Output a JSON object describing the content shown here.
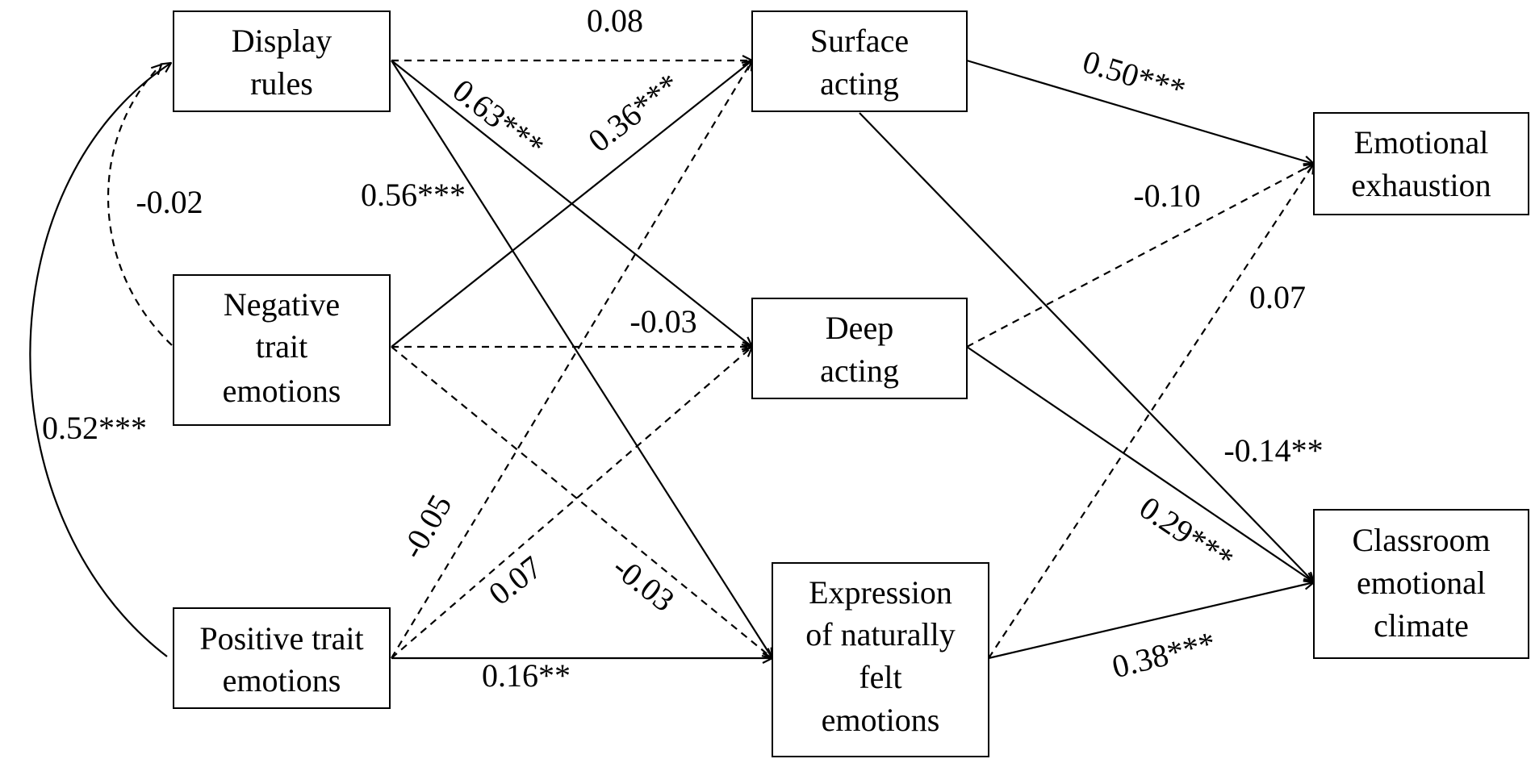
{
  "nodes": {
    "display_rules": [
      "Display",
      "rules"
    ],
    "negative_trait": [
      "Negative",
      "trait",
      "emotions"
    ],
    "positive_trait": [
      "Positive trait",
      "emotions"
    ],
    "surface_acting": [
      "Surface",
      "acting"
    ],
    "deep_acting": [
      "Deep",
      "acting"
    ],
    "expression": [
      "Expression",
      "of naturally",
      "felt",
      "emotions"
    ],
    "emotional_exhaustion": [
      "Emotional",
      "exhaustion"
    ],
    "classroom_climate": [
      "Classroom",
      "emotional",
      "climate"
    ]
  },
  "paths": [
    {
      "id": "dr_sa",
      "from": "display_rules",
      "to": "surface_acting",
      "coefficient": "0.08",
      "style": "dashed"
    },
    {
      "id": "dr_da",
      "from": "display_rules",
      "to": "deep_acting",
      "coefficient": "0.63***",
      "style": "solid"
    },
    {
      "id": "dr_ex",
      "from": "display_rules",
      "to": "expression",
      "coefficient": "0.56***",
      "style": "solid"
    },
    {
      "id": "nt_sa",
      "from": "negative_trait",
      "to": "surface_acting",
      "coefficient": "0.36***",
      "style": "solid"
    },
    {
      "id": "nt_da",
      "from": "negative_trait",
      "to": "deep_acting",
      "coefficient": "-0.03",
      "style": "dashed"
    },
    {
      "id": "nt_ex",
      "from": "negative_trait",
      "to": "expression",
      "coefficient": "-0.03",
      "style": "dashed"
    },
    {
      "id": "pt_sa",
      "from": "positive_trait",
      "to": "surface_acting",
      "coefficient": "-0.05",
      "style": "dashed"
    },
    {
      "id": "pt_da",
      "from": "positive_trait",
      "to": "deep_acting",
      "coefficient": "0.07",
      "style": "dashed"
    },
    {
      "id": "pt_ex",
      "from": "positive_trait",
      "to": "expression",
      "coefficient": "0.16**",
      "style": "solid"
    },
    {
      "id": "sa_ee",
      "from": "surface_acting",
      "to": "emotional_exhaustion",
      "coefficient": "0.50***",
      "style": "solid"
    },
    {
      "id": "sa_cc",
      "from": "surface_acting",
      "to": "classroom_climate",
      "coefficient": "-0.14**",
      "style": "solid"
    },
    {
      "id": "da_ee",
      "from": "deep_acting",
      "to": "emotional_exhaustion",
      "coefficient": "-0.10",
      "style": "dashed"
    },
    {
      "id": "da_cc",
      "from": "deep_acting",
      "to": "classroom_climate",
      "coefficient": "0.29***",
      "style": "solid"
    },
    {
      "id": "ex_ee",
      "from": "expression",
      "to": "emotional_exhaustion",
      "coefficient": "0.07",
      "style": "dashed"
    },
    {
      "id": "ex_cc",
      "from": "expression",
      "to": "classroom_climate",
      "coefficient": "0.38***",
      "style": "solid"
    }
  ],
  "correlations": [
    {
      "id": "nt_dr",
      "between": [
        "negative_trait",
        "display_rules"
      ],
      "coefficient": "-0.02",
      "style": "dashed"
    },
    {
      "id": "pt_dr",
      "between": [
        "positive_trait",
        "display_rules"
      ],
      "coefficient": "0.52***",
      "style": "solid"
    }
  ]
}
